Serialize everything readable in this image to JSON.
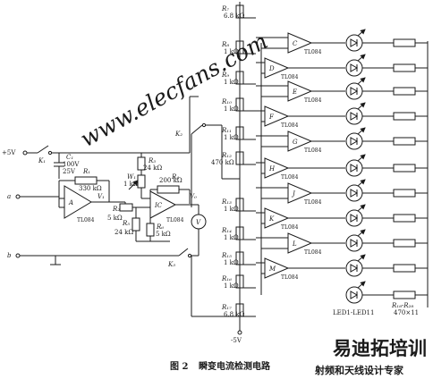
{
  "watermark": "www.elecfans.com",
  "caption": {
    "number": "图 2",
    "title": "瞬变电流检测电路"
  },
  "brand": {
    "name": "易迪拓培训",
    "tagline": "射频和天线设计专家"
  },
  "supply": {
    "plus": "+5V",
    "minus": "-5V"
  },
  "inputs": {
    "a": "a",
    "b": "b"
  },
  "switches": {
    "k1": "K₁",
    "k2": "K₂",
    "k3": "K₃"
  },
  "capacitor": {
    "ref": "C₁",
    "value": "100V",
    "voltage": "25V"
  },
  "amp_a": {
    "ref": "A",
    "chip": "TL084",
    "output": "V₁"
  },
  "amp_ic": {
    "ref": "IC",
    "chip": "TL084",
    "output": "V₀"
  },
  "meter": "V",
  "passives": {
    "r1": {
      "ref": "R₁",
      "value": "330 kΩ"
    },
    "w1": {
      "ref": "W₁",
      "value": "1 kΩ"
    },
    "r2": {
      "ref": "R₂",
      "value": "5 kΩ"
    },
    "r3": {
      "ref": "R₃",
      "value": "24 kΩ"
    },
    "r4": {
      "ref": "R₄",
      "value": "200 kΩ"
    },
    "r5": {
      "ref": "R₅",
      "value": "24 kΩ"
    },
    "r6": {
      "ref": "R₆",
      "value": "5 kΩ"
    }
  },
  "ladder": [
    {
      "ref": "R₇",
      "value": "6.8 kΩ"
    },
    {
      "ref": "R₈",
      "value": "1 kΩ"
    },
    {
      "ref": "R₉",
      "value": "1 kΩ"
    },
    {
      "ref": "R₁₀",
      "value": "1 kΩ"
    },
    {
      "ref": "R₁₁",
      "value": "1 kΩ"
    },
    {
      "ref": "R₁₂",
      "value": "470 kΩ"
    },
    {
      "ref": "R₁₃",
      "value": "1 kΩ"
    },
    {
      "ref": "R₁₄",
      "value": "1 kΩ"
    },
    {
      "ref": "R₁₅",
      "value": "1 kΩ"
    },
    {
      "ref": "R₁₆",
      "value": "1 kΩ"
    },
    {
      "ref": "R₁₇",
      "value": "6.8 kΩ"
    }
  ],
  "comparators": [
    {
      "ref": "C",
      "chip": "TL084"
    },
    {
      "ref": "D",
      "chip": "TL084"
    },
    {
      "ref": "E",
      "chip": "TL084"
    },
    {
      "ref": "F",
      "chip": "TL084"
    },
    {
      "ref": "G",
      "chip": "TL084"
    },
    {
      "ref": "H",
      "chip": "TL084"
    },
    {
      "ref": "J",
      "chip": "TL084"
    },
    {
      "ref": "K",
      "chip": "TL084"
    },
    {
      "ref": "L",
      "chip": "TL084"
    },
    {
      "ref": "M",
      "chip": "TL084"
    }
  ],
  "led_label": "LED1-LED11",
  "output_resistors": {
    "ref": "R₁₈-R₂₈",
    "value": "470×11"
  }
}
